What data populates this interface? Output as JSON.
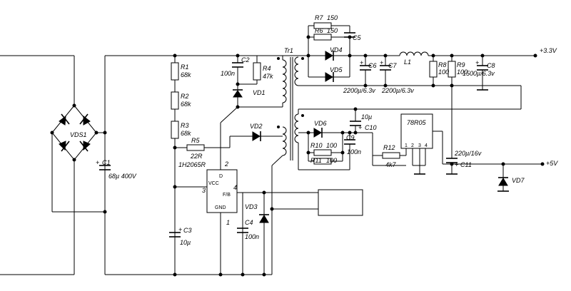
{
  "labels": {
    "vds": "VDS1",
    "c1": "C1",
    "c1_val": "68µ 400V",
    "r1": "R1",
    "r1_val": "68k",
    "r2": "R2",
    "r2_val": "68k",
    "r3": "R3",
    "r3_val": "68k",
    "r5": "R5",
    "r5_val": "22R",
    "ic": "1H2065R",
    "pin_d": "D",
    "pin_vcc": "VCC",
    "pin_fb": "F/B",
    "pin_gnd": "GND",
    "pin1": "1",
    "pin2": "2",
    "pin3": "3",
    "pin4": "4",
    "c2": "C2",
    "c2_val": "100n",
    "r4": "R4",
    "r4_val": "47k",
    "vd1": "VD1",
    "vd2": "VD2",
    "vd3": "VD3",
    "c3": "C3",
    "c3_val": "10µ",
    "c4": "C4",
    "c4_val": "100n",
    "tr1": "Tr1",
    "r7": "R7",
    "r7_val": "150",
    "r6": "R6",
    "r6_val": "150",
    "c5": "C5",
    "vd4": "VD4",
    "vd5": "VD5",
    "c6": "C6",
    "c6_val": "2200µ/6.3v",
    "c7": "C7",
    "c7_val": "2200µ/6.3v",
    "l1": "L1",
    "r8": "R8",
    "r8_val": "100",
    "r9": "R9",
    "r9_val": "100",
    "c8": "C8",
    "c8_val": "1500µ/6.3v",
    "out_33": "+3.3V",
    "vd6": "VD6",
    "c9": "C9",
    "c9_val": "100n",
    "c10": "C10",
    "c10_val": "10µ",
    "r10": "R10",
    "r10_val": "100",
    "r11": "R11",
    "r11_val": "100",
    "r12": "R12",
    "r12_val": "4k7",
    "reg": "78R05",
    "reg_p1": "1",
    "reg_p2": "2",
    "reg_p3": "3",
    "reg_p4": "4",
    "c11": "C11",
    "c11_val": "220µ/16v",
    "vd7": "VD7",
    "out_5": "+5V",
    "plus": "+"
  }
}
